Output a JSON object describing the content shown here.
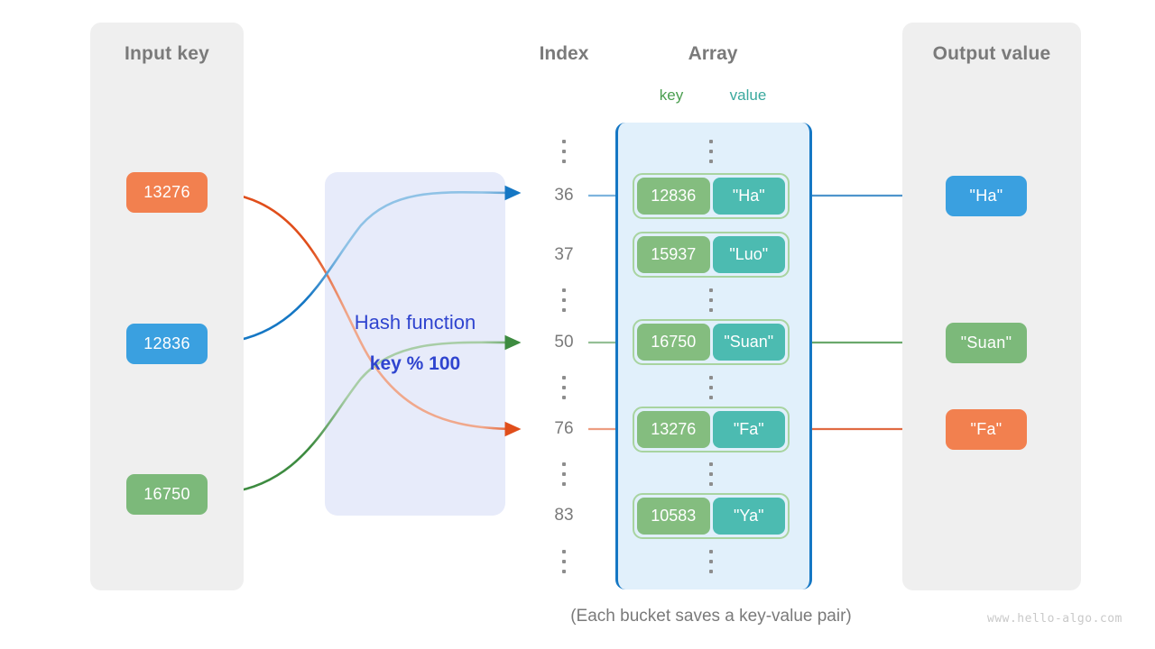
{
  "diagram": {
    "title_caption": "(Each bucket saves a key-value pair)",
    "watermark": "www.hello-algo.com"
  },
  "input_panel": {
    "title": "Input key",
    "keys": [
      {
        "label": "13276",
        "color": "#f2804f"
      },
      {
        "label": "12836",
        "color": "#3aa0e0"
      },
      {
        "label": "16750",
        "color": "#7cb97a"
      }
    ]
  },
  "hash_function": {
    "line1": "Hash function",
    "line2": "key % 100",
    "color": "#2f44cf",
    "background": "#e7ebfa"
  },
  "index_column": {
    "header": "Index",
    "labels": [
      "36",
      "37",
      "50",
      "76",
      "83"
    ]
  },
  "array_column": {
    "header": "Array",
    "key_header": "key",
    "value_header": "value",
    "key_header_color": "#4a9e4f",
    "value_header_color": "#3aa99e",
    "container_fill": "#e1f0fb",
    "container_border": "#1577c4",
    "buckets": [
      {
        "key": "12836",
        "value": "\"Ha\""
      },
      {
        "key": "15937",
        "value": "\"Luo\""
      },
      {
        "key": "16750",
        "value": "\"Suan\""
      },
      {
        "key": "13276",
        "value": "\"Fa\""
      },
      {
        "key": "10583",
        "value": "\"Ya\""
      }
    ]
  },
  "output_panel": {
    "title": "Output value",
    "values": [
      {
        "label": "\"Ha\"",
        "color": "#3aa0e0"
      },
      {
        "label": "\"Suan\"",
        "color": "#7cb97a"
      },
      {
        "label": "\"Fa\"",
        "color": "#f2804f"
      }
    ]
  },
  "mappings": [
    {
      "from_key": "13276",
      "index": "76",
      "value": "\"Fa\"",
      "color": "#e04e1b"
    },
    {
      "from_key": "12836",
      "index": "36",
      "value": "\"Ha\"",
      "color": "#1577c4"
    },
    {
      "from_key": "16750",
      "index": "50",
      "value": "\"Suan\"",
      "color": "#3d8b40"
    }
  ]
}
